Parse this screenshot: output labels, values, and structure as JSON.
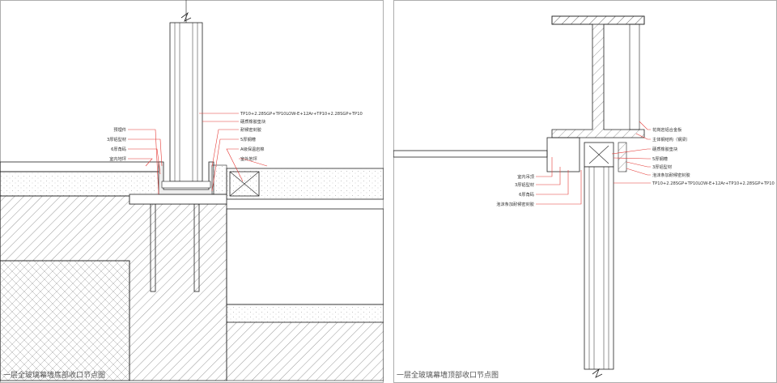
{
  "left": {
    "caption": "一层全玻璃幕墙底部收口节点图",
    "labels_right": [
      "TP10+2.28SGP+TP10LOW-E+12Ar+TP10+2.28SGP+TP10",
      "硬质橡胶垫块",
      "耐候密封胶",
      "5厚钢槽",
      "A级保温岩棉",
      "室外地坪"
    ],
    "labels_left": [
      "预埋件",
      "3厚铝型材",
      "6厚角码",
      "室内地坪"
    ]
  },
  "right": {
    "caption": "一层全玻璃幕墙顶部收口节点图",
    "labels_right": [
      "花岗岩铝合金板",
      "主体钢结构（钢梁）",
      "硬质橡胶垫块",
      "5厚钢槽",
      "3厚铝型材",
      "泡沫条加耐候密封胶",
      "TP10+2.28SGP+TP10LOW-E+12Ar+TP10+2.28SGP+TP10"
    ],
    "labels_left": [
      "室内吊顶",
      "3厚铝型材",
      "6厚角码",
      "泡沫条加耐候密封胶"
    ]
  },
  "colors": {
    "leader": "#e53935",
    "line": "#222222"
  }
}
